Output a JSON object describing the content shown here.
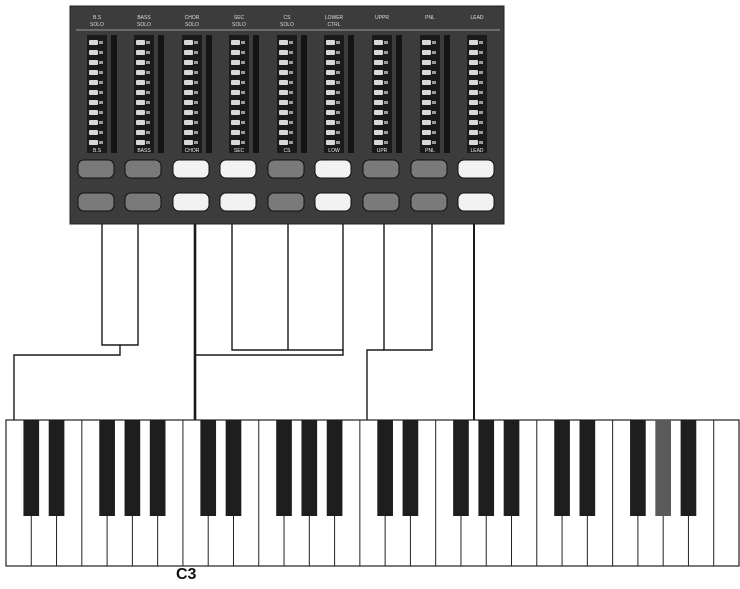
{
  "keyboard_label": "C3",
  "panel": {
    "strips": [
      {
        "top_label_1": "B.S",
        "top_label_2": "SOLO",
        "foot_label": "B.S",
        "led_upper": "off",
        "led_lower": "off"
      },
      {
        "top_label_1": "BASS",
        "top_label_2": "SOLO",
        "foot_label": "BASS",
        "led_upper": "off",
        "led_lower": "off"
      },
      {
        "top_label_1": "CHOR",
        "top_label_2": "SOLO",
        "foot_label": "CHOR",
        "led_upper": "on",
        "led_lower": "on"
      },
      {
        "top_label_1": "SEC",
        "top_label_2": "SOLO",
        "foot_label": "SEC",
        "led_upper": "on",
        "led_lower": "on"
      },
      {
        "top_label_1": "CS",
        "top_label_2": "SOLO",
        "foot_label": "CS",
        "led_upper": "off",
        "led_lower": "off"
      },
      {
        "top_label_1": "LOWER",
        "top_label_2": "CTRL",
        "foot_label": "LOW",
        "led_upper": "on",
        "led_lower": "on"
      },
      {
        "top_label_1": "UPPR",
        "top_label_2": "",
        "foot_label": "UPR",
        "led_upper": "off",
        "led_lower": "off"
      },
      {
        "top_label_1": "PNL",
        "top_label_2": "",
        "foot_label": "PNL",
        "led_upper": "off",
        "led_lower": "off"
      },
      {
        "top_label_1": "LEAD",
        "top_label_2": "",
        "foot_label": "LEAD",
        "led_upper": "on",
        "led_lower": "on"
      }
    ]
  },
  "colors": {
    "panel_bg": "#3c3c3c",
    "slider_slot": "#1a1a1a",
    "slider_tick": "#d8d8d8",
    "led_on": "#f2f2f2",
    "led_off": "#7a7a7a",
    "arrow": "#1a1a1a",
    "black_key": "#1e1e1e",
    "gray_key": "#5a5a5a",
    "white_key": "#ffffff"
  }
}
